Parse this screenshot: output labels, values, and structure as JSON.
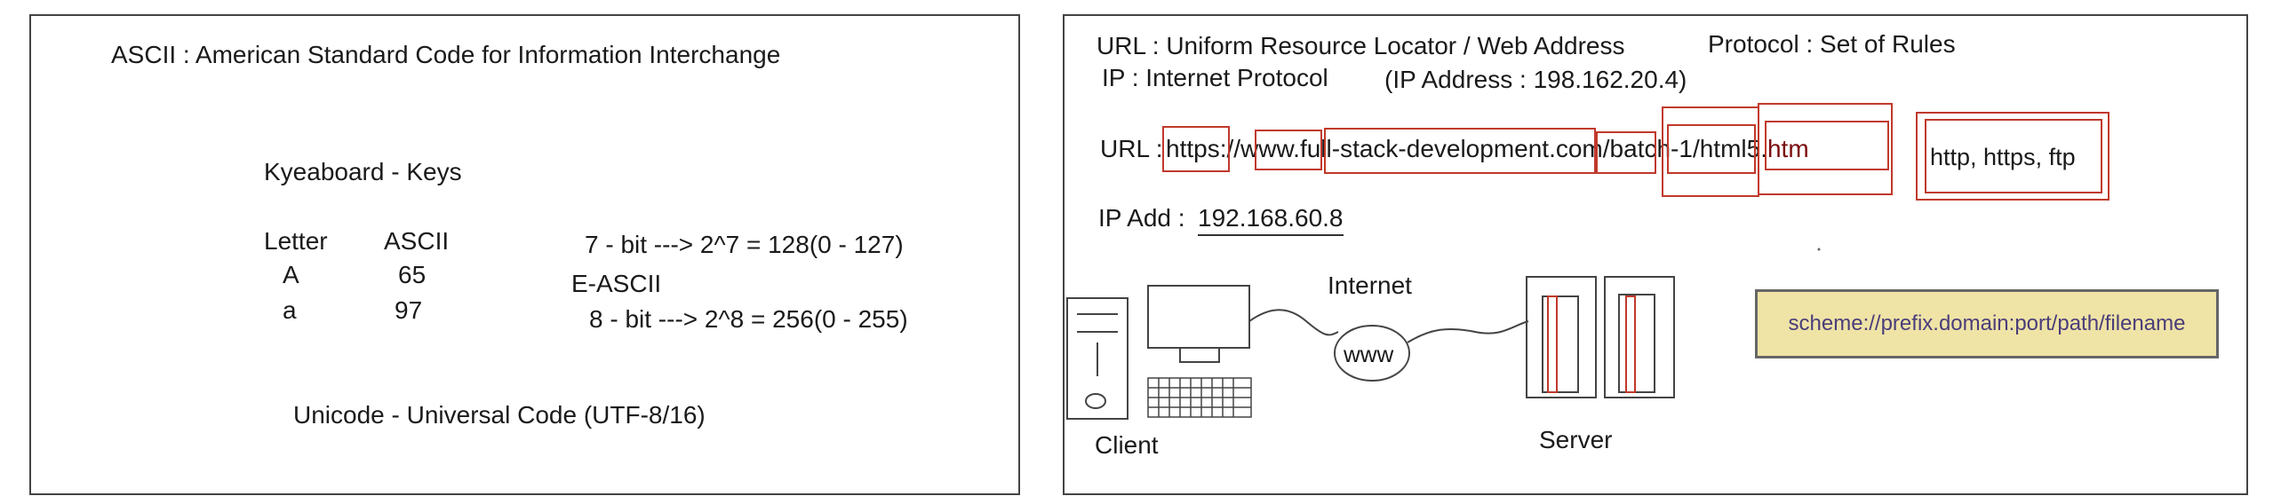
{
  "left": {
    "ascii_title": "ASCII : American Standard Code for Information Interchange",
    "keyboard": "Kyeaboard - Keys",
    "col_letter": "Letter",
    "col_ascii": "ASCII",
    "rows": [
      {
        "letter": "A",
        "code": "65"
      },
      {
        "letter": "a",
        "code": "97"
      }
    ],
    "bit7": "7 - bit ---> 2^7 = 128(0 - 127)",
    "eascii": "E-ASCII",
    "bit8": "8 - bit ---> 2^8 = 256(0 - 255)",
    "unicode": "Unicode - Universal Code (UTF-8/16)"
  },
  "right": {
    "url_def": "URL : Uniform Resource Locator / Web Address",
    "protocol_def": "Protocol : Set of Rules",
    "ip_def": "IP : Internet Protocol",
    "ip_address": "(IP Address : 198.162.20.4)",
    "url_label": "URL :",
    "url_parts": {
      "https": "https",
      "sep1": "://",
      "www": "www.",
      "domain": "full-stack-development",
      "com": ".com/",
      "batch": "batch-1/",
      "html5": "html5.",
      "htm": "htm"
    },
    "protocols": "http, https, ftp",
    "ip_label": "IP Add :",
    "ip_value": "192.168.60.8",
    "internet": "Internet",
    "www": "www",
    "client": "Client",
    "server": "Server",
    "scheme": "scheme://prefix.domain:port/path/filename",
    "colors": {
      "box_red": "#c0392b",
      "scheme_bg": "#efe3a6",
      "scheme_text": "#4a3d7a"
    }
  }
}
